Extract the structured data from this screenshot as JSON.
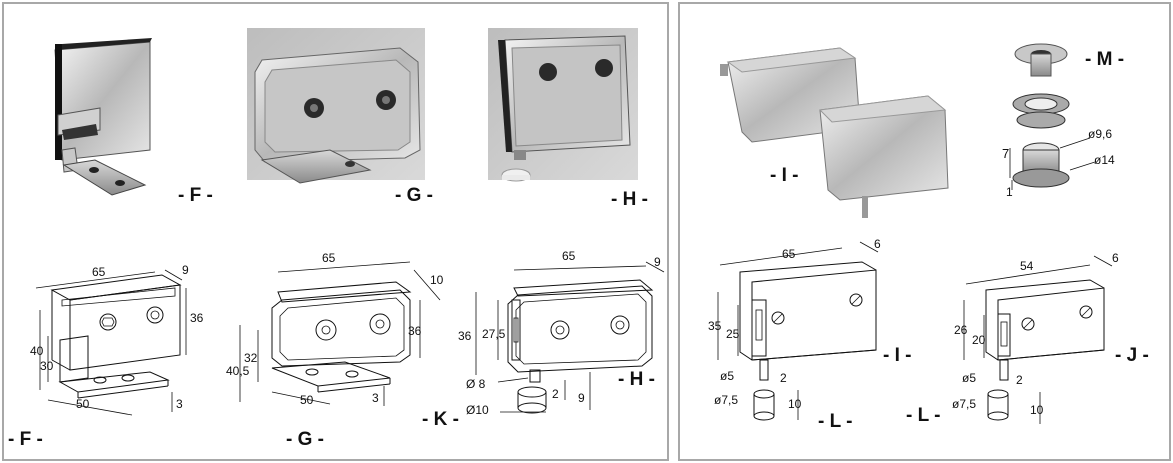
{
  "labels": {
    "photo_f": "- F -",
    "photo_g": "- G -",
    "photo_h": "- H -",
    "draw_f": "- F -",
    "draw_g": "- G -",
    "draw_h": "- H -",
    "draw_k": "- K -",
    "photo_i": "- I -",
    "photo_m": "- M -",
    "draw_i": "- I -",
    "draw_j": "- J -",
    "draw_l1": "- L -",
    "draw_l2": "- L -"
  },
  "dims": {
    "f_65": "65",
    "f_9": "9",
    "f_36": "36",
    "f_40": "40",
    "f_30": "30",
    "f_50": "50",
    "f_3": "3",
    "g_65": "65",
    "g_10": "10",
    "g_36": "36",
    "g_40_5": "40,5",
    "g_32": "32",
    "g_50": "50",
    "g_3": "3",
    "h_65": "65",
    "h_9": "9",
    "h_36": "36",
    "h_27_5": "27,5",
    "h_d8": "Ø 8",
    "h_d10": "Ø10",
    "h_2": "2",
    "h_9b": "9",
    "m_d9_6": "ø9,6",
    "m_d14": "ø14",
    "m_7": "7",
    "m_1": "1",
    "i_65": "65",
    "i_6": "6",
    "i_35": "35",
    "i_25": "25",
    "i_d5": "ø5",
    "i_d7_5": "ø7,5",
    "i_2": "2",
    "i_10": "10",
    "j_54": "54",
    "j_6": "6",
    "j_26": "26",
    "j_20": "20",
    "j_d5": "ø5",
    "j_d7_5": "ø7,5",
    "j_2": "2",
    "j_10": "10"
  }
}
